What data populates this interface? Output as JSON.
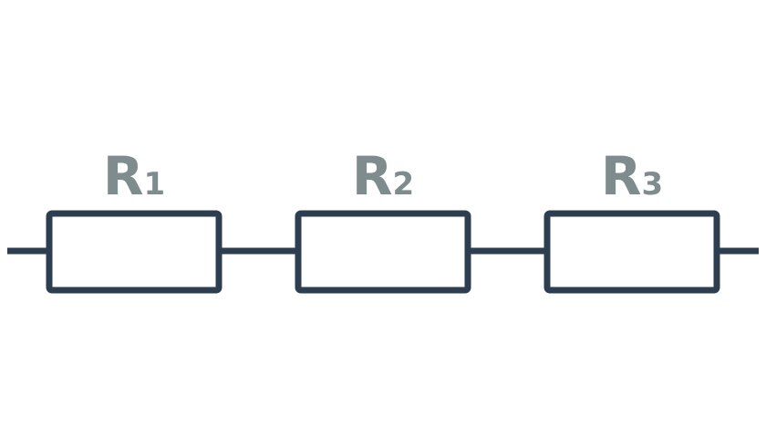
{
  "diagram": {
    "colors": {
      "stroke": "#2c3e50",
      "label": "#7f8c8d",
      "fill": "#ffffff",
      "background": "#ffffff"
    },
    "resistors": [
      {
        "letter": "R",
        "index": "1"
      },
      {
        "letter": "R",
        "index": "2"
      },
      {
        "letter": "R",
        "index": "3"
      }
    ]
  }
}
